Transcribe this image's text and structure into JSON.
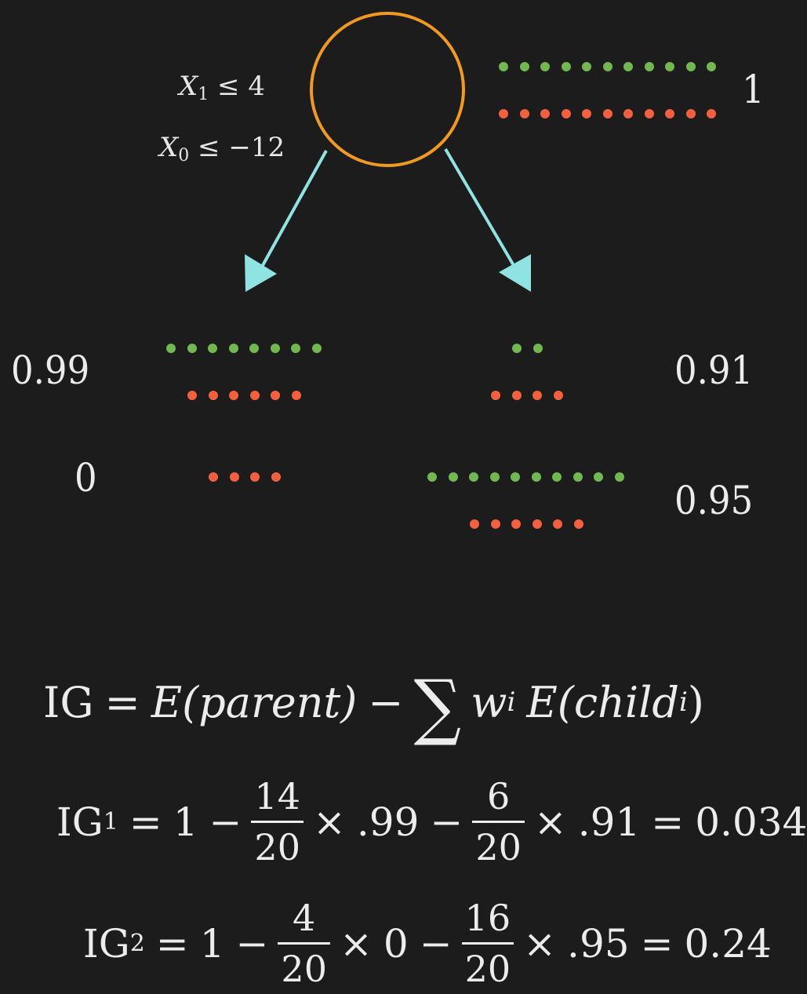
{
  "split": {
    "label_1": {
      "var": "X",
      "sub": "1",
      "rel": "≤",
      "val": "4"
    },
    "label_2": {
      "var": "X",
      "sub": "0",
      "rel": "≤",
      "val": "−12"
    }
  },
  "root": {
    "green": 11,
    "red": 11,
    "entropy": "1"
  },
  "split1": {
    "left": {
      "green": 8,
      "red": 6,
      "entropy": "0.99"
    },
    "right": {
      "green": 2,
      "red": 4,
      "entropy": "0.91"
    }
  },
  "split2": {
    "left": {
      "green": 0,
      "red": 4,
      "entropy": "0"
    },
    "right": {
      "green": 10,
      "red": 6,
      "entropy": "0.95"
    }
  },
  "formula": {
    "lhs": "IG",
    "eq": "=",
    "e_parent": "E(parent)",
    "minus": "−",
    "sum": "∑",
    "w": "w",
    "w_sub": "i",
    "e_child": "E(child",
    "child_sub": "i",
    "close": ")"
  },
  "ig1": {
    "lhs": "IG",
    "sub": "1",
    "eq": "=",
    "one": "1",
    "minus": "−",
    "f1_num": "14",
    "f1_den": "20",
    "times1": "×",
    "e1": ".99",
    "minus2": "−",
    "f2_num": "6",
    "f2_den": "20",
    "times2": "×",
    "e2": ".91",
    "eq2": "=",
    "result": "0.034"
  },
  "ig2": {
    "lhs": "IG",
    "sub": "2",
    "eq": "=",
    "one": "1",
    "minus": "−",
    "f1_num": "4",
    "f1_den": "20",
    "times1": "×",
    "e1": "0",
    "minus2": "−",
    "f2_num": "16",
    "f2_den": "20",
    "times2": "×",
    "e2": ".95",
    "eq2": "=",
    "result": "0.24"
  },
  "colors": {
    "background": "#1c1c1c",
    "node": "#f29a1f",
    "arrow": "#8fe3e0",
    "green": "#72b850",
    "red": "#f4603f",
    "text": "#ececec"
  }
}
